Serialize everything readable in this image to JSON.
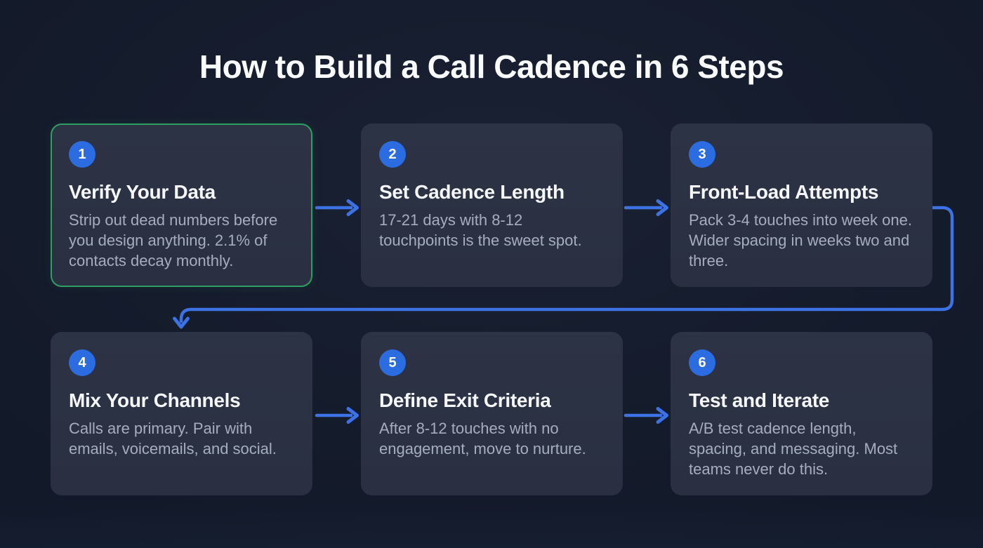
{
  "title": "How to Build a Call Cadence in 6 Steps",
  "steps": [
    {
      "num": "1",
      "title": "Verify Your Data",
      "desc": "Strip out dead numbers before you design anything. 2.1% of contacts decay monthly.",
      "highlighted": true
    },
    {
      "num": "2",
      "title": "Set Cadence Length",
      "desc": "17-21 days with 8-12 touchpoints is the sweet spot.",
      "highlighted": false
    },
    {
      "num": "3",
      "title": "Front-Load Attempts",
      "desc": "Pack 3-4 touches into week one. Wider spacing in weeks two and three.",
      "highlighted": false
    },
    {
      "num": "4",
      "title": "Mix Your Channels",
      "desc": "Calls are primary. Pair with emails, voicemails, and social.",
      "highlighted": false
    },
    {
      "num": "5",
      "title": "Define Exit Criteria",
      "desc": "After 8-12 touches with no engagement, move to nurture.",
      "highlighted": false
    },
    {
      "num": "6",
      "title": "Test and Iterate",
      "desc": "A/B test cadence length, spacing, and messaging. Most teams never do this.",
      "highlighted": false
    }
  ],
  "colors": {
    "page_bg": "#141b2b",
    "card_bg": "#2a3041",
    "accent_blue": "#3c72e4",
    "badge_blue": "#2c6ce1",
    "highlight_green": "#2f9e63",
    "title_color": "#fafbfd",
    "body_color": "#a6aebd"
  }
}
